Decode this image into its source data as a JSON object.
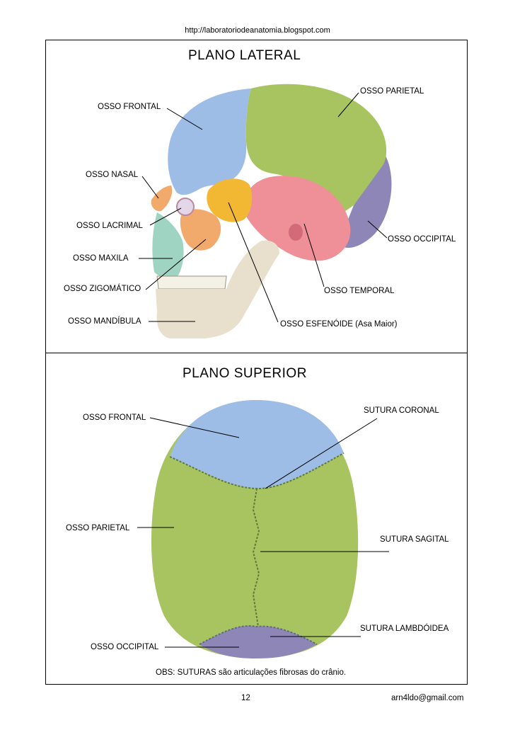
{
  "header": {
    "url": "http://laboratoriodeanatomia.blogspot.com"
  },
  "lateral": {
    "title": "PLANO LATERAL",
    "labels": {
      "frontal": "OSSO FRONTAL",
      "parietal": "OSSO PARIETAL",
      "nasal": "OSSO NASAL",
      "lacrimal": "OSSO LACRIMAL",
      "occipital": "OSSO OCCIPITAL",
      "maxila": "OSSO MAXILA",
      "zigomatico": "OSSO ZIGOMÁTICO",
      "temporal": "OSSO TEMPORAL",
      "mandibula": "OSSO MANDÍBULA",
      "esfenoide": "OSSO ESFENÓIDE (Asa Maior)"
    }
  },
  "superior": {
    "title": "PLANO SUPERIOR",
    "labels": {
      "frontal": "OSSO FRONTAL",
      "sutura_coronal": "SUTURA CORONAL",
      "parietal": "OSSO PARIETAL",
      "sutura_sagital": "SUTURA SAGITAL",
      "sutura_lambdoidea": "SUTURA LAMBDÓIDEA",
      "occipital": "OSSO OCCIPITAL"
    },
    "note": "OBS: SUTURAS são articulações fibrosas do crânio."
  },
  "footer": {
    "page_number": "12",
    "email": "arn4ldo@gmail.com"
  },
  "colors": {
    "frontal": "#9dbde6",
    "parietal": "#a8c460",
    "occipital": "#8f86b8",
    "temporal": "#ef8f98",
    "sphenoid": "#f2b834",
    "zygomatic": "#f2aa6c",
    "maxilla": "#9fd4c2",
    "mandible": "#e8e0cc"
  }
}
